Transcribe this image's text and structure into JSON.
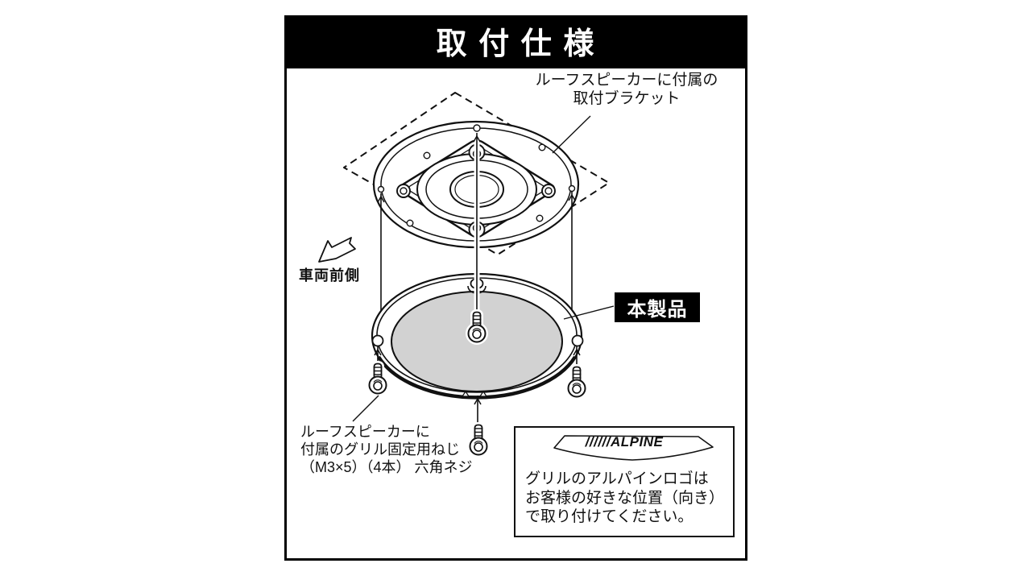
{
  "title": "取 付 仕 様",
  "diagram": {
    "bracket_label": {
      "line1": "ルーフスピーカーに付属の",
      "line2": "取付ブラケット"
    },
    "vehicle_front_label": "車両前側",
    "product_label": "本製品",
    "screw_label": {
      "line1": "ルーフスピーカーに",
      "line2": "付属のグリル固定用ねじ",
      "line3": "（M3×5）（4本） 六角ネジ"
    },
    "note": {
      "logo_text": "//////ALPINE",
      "line1": "グリルのアルパインロゴは",
      "line2": "お客様の好きな位置（向き）",
      "line3": "で取り付けてください。"
    }
  },
  "colors": {
    "title_bg": "#000000",
    "title_fg": "#ffffff",
    "line": "#111111",
    "grille_gray": "#d2d2d2",
    "product_bg": "#000000",
    "product_fg": "#ffffff",
    "page_bg": "#ffffff"
  }
}
